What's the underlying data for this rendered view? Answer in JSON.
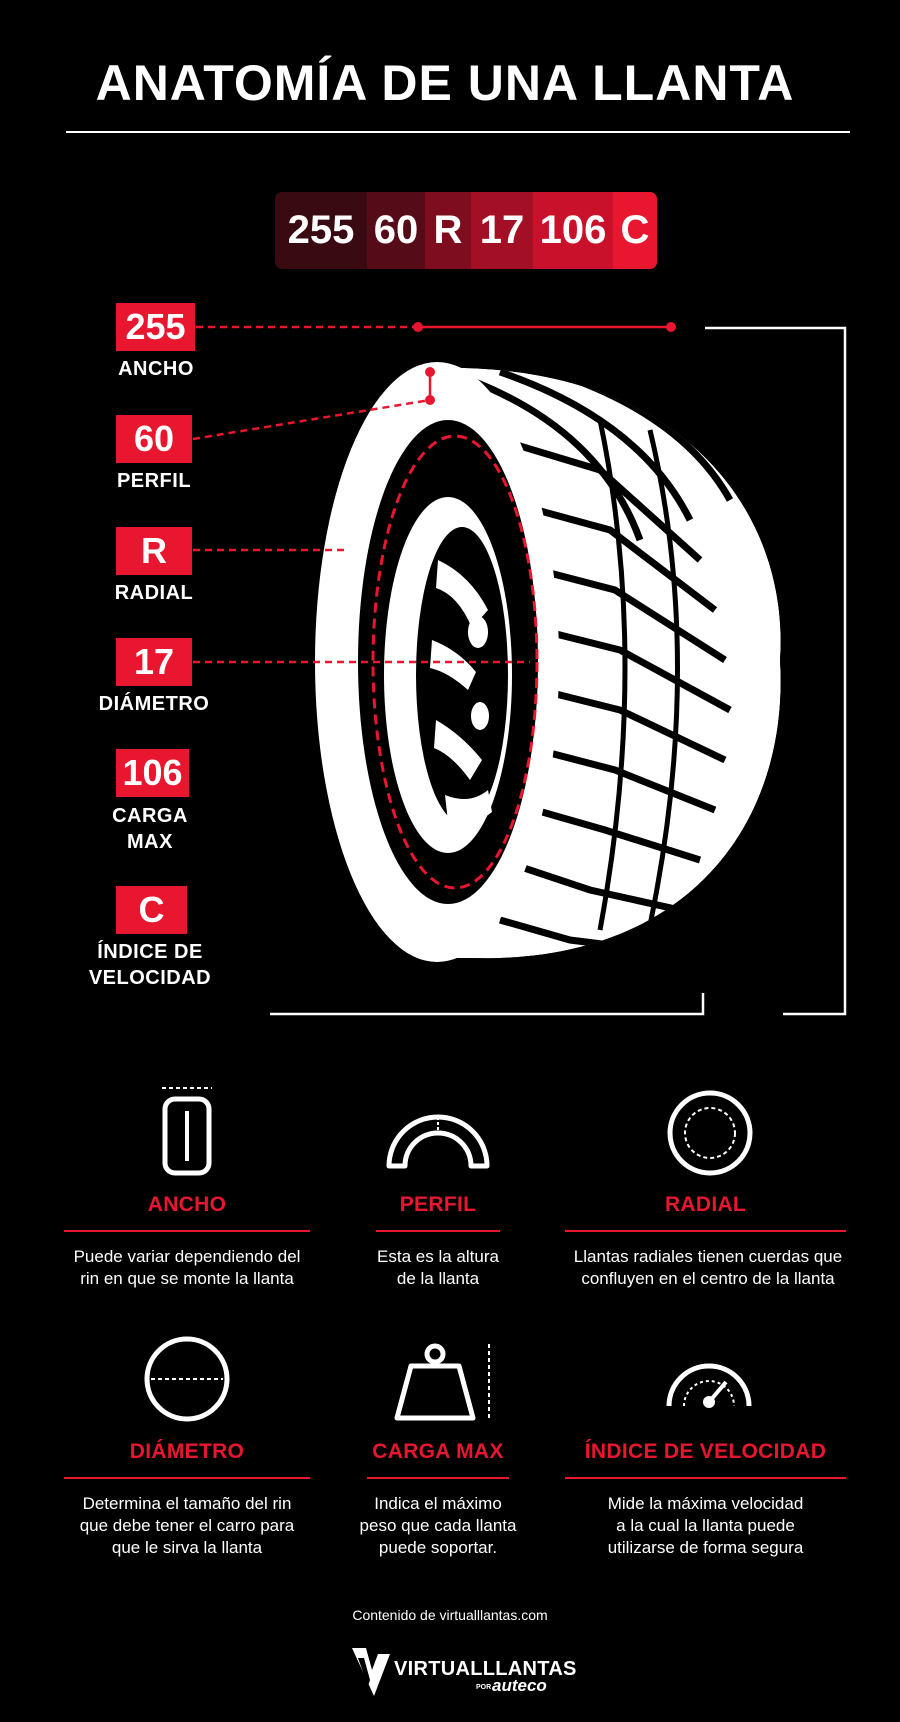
{
  "title": "ANATOMÍA DE UNA LLANTA",
  "code_strip": [
    {
      "text": "255",
      "color": "#3a0a12"
    },
    {
      "text": "60",
      "color": "#550b18"
    },
    {
      "text": "R",
      "color": "#7d0d1f"
    },
    {
      "text": "17",
      "color": "#a30f25"
    },
    {
      "text": "106",
      "color": "#c9112b"
    },
    {
      "text": "C",
      "color": "#e8162f"
    }
  ],
  "labels": [
    {
      "code": "255",
      "text": "ANCHO"
    },
    {
      "code": "60",
      "text": "PERFIL"
    },
    {
      "code": "R",
      "text": "RADIAL"
    },
    {
      "code": "17",
      "text": "DIÁMETRO"
    },
    {
      "code": "106",
      "line1": "CARGA",
      "line2": "MAX"
    },
    {
      "code": "C",
      "line1": "ÍNDICE DE",
      "line2": "VELOCIDAD"
    }
  ],
  "features": [
    {
      "icon": "width-icon",
      "title": "ANCHO",
      "line1": "Puede variar dependiendo del",
      "line2": "rin en que se monte la llanta"
    },
    {
      "icon": "profile-icon",
      "title": "PERFIL",
      "line1": "Esta es la altura",
      "line2": "de la llanta"
    },
    {
      "icon": "radial-icon",
      "title": "RADIAL",
      "line1": "Llantas radiales tienen cuerdas que",
      "line2": "confluyen en el centro de la llanta"
    },
    {
      "icon": "diameter-icon",
      "title": "DIÁMETRO",
      "line1": "Determina el tamaño del rin",
      "line2": "que debe tener el carro para",
      "line3": "que le sirva la llanta"
    },
    {
      "icon": "weight-icon",
      "title": "CARGA MAX",
      "line1": "Indica el máximo",
      "line2": "peso que cada llanta",
      "line3": "puede soportar."
    },
    {
      "icon": "speedometer-icon",
      "title": "ÍNDICE DE VELOCIDAD",
      "line1": "Mide la máxima velocidad",
      "line2": "a la cual la llanta puede",
      "line3": "utilizarse de forma segura"
    }
  ],
  "footer": {
    "credit": "Contenido de virtualllantas.com",
    "brand_logo_text": "VIRTUALLLANTAS",
    "brand_sub": "auteco",
    "brand_por": "POR"
  },
  "colors": {
    "accent": "#e8162f",
    "background": "#000000",
    "foreground": "#ffffff"
  }
}
